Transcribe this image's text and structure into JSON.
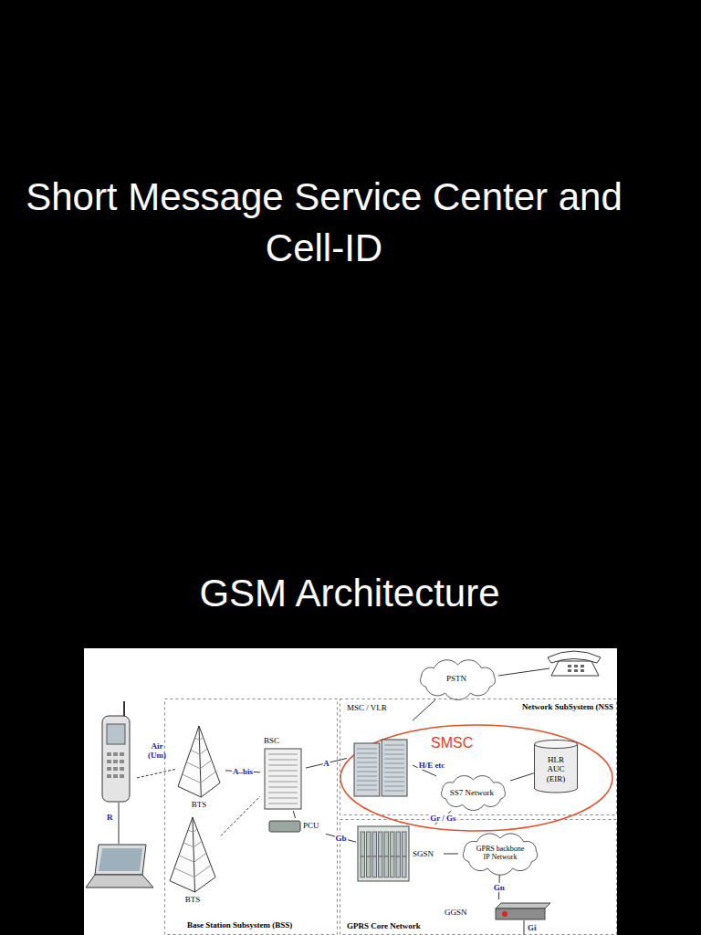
{
  "diagram": {
    "title": "Short Message Service Center and Cell-ID",
    "nodes": [
      {
        "text": [
          "PSTN"
        ]
      },
      {
        "text": [
          "Network SubSystem (NSS"
        ]
      },
      {
        "text": [
          "SMSC"
        ],
        "in": 1
      },
      {
        "text": [
          "MSC / VLR"
        ],
        "in": 2
      },
      {
        "text": [
          "SS7 Network"
        ],
        "in": 2
      },
      {
        "text": [
          "HLR AUC (EIR)"
        ],
        "in": 2
      },
      {
        "text": [
          "Base Station Subsystem (BSS)"
        ]
      },
      {
        "text": [
          "BTS"
        ],
        "in": 6
      },
      {
        "text": [
          "BSC"
        ],
        "in": 6
      },
      {
        "text": [
          "PCU"
        ],
        "in": 6
      },
      {
        "text": [
          "BTS"
        ],
        "in": 6
      },
      {
        "text": [
          "GPRS Core Network"
        ]
      },
      {
        "text": [
          "SGSN"
        ],
        "in": 11
      },
      {
        "text": [
          "GPRS backbone IP Network"
        ],
        "in": 11
      },
      {
        "text": [
          "GGSN"
        ],
        "in": 11
      }
    ],
    "edges": [
      {
        "from": 7,
        "to": 8,
        "label": "A–bis",
        "arrow": "none"
      },
      {
        "from": 10,
        "to": 8,
        "arrow": "none"
      },
      {
        "from": 8,
        "to": 3,
        "label": "A",
        "arrow": "none"
      },
      {
        "from": 8,
        "to": 9,
        "arrow": "none"
      },
      {
        "from": 9,
        "to": 12,
        "label": "Gb",
        "arrow": "none"
      },
      {
        "from": 3,
        "to": 0,
        "arrow": "none"
      },
      {
        "from": 3,
        "to": 4,
        "label": "H/E etc",
        "arrow": "none"
      },
      {
        "from": 4,
        "to": 5,
        "arrow": "none"
      },
      {
        "from": 12,
        "to": 4,
        "label": "Gr / Gs",
        "arrow": "none"
      },
      {
        "from": 12,
        "to": 13,
        "arrow": "none"
      },
      {
        "from": 13,
        "to": 14,
        "label": "Gn",
        "arrow": "none"
      }
    ],
    "labels": [
      "GSM Architecture",
      "Air (Um)",
      "R",
      "Gi"
    ]
  }
}
